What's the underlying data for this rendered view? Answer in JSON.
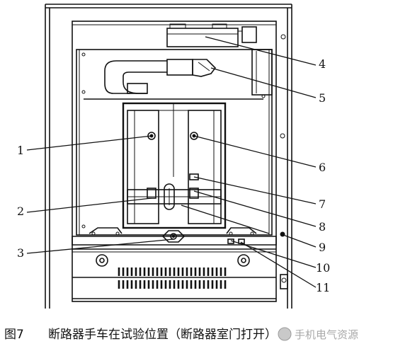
{
  "callouts": [
    {
      "id": "1",
      "label": "1"
    },
    {
      "id": "2",
      "label": "2"
    },
    {
      "id": "3",
      "label": "3"
    },
    {
      "id": "4",
      "label": "4"
    },
    {
      "id": "5",
      "label": "5"
    },
    {
      "id": "6",
      "label": "6"
    },
    {
      "id": "7",
      "label": "7"
    },
    {
      "id": "8",
      "label": "8"
    },
    {
      "id": "9",
      "label": "9"
    },
    {
      "id": "10",
      "label": "10"
    },
    {
      "id": "11",
      "label": "11"
    }
  ],
  "caption": {
    "figure_label": "图7",
    "title": "断路器手车在试验位置（断路器室门打开）"
  },
  "watermark": {
    "text": "手机电气资源"
  }
}
